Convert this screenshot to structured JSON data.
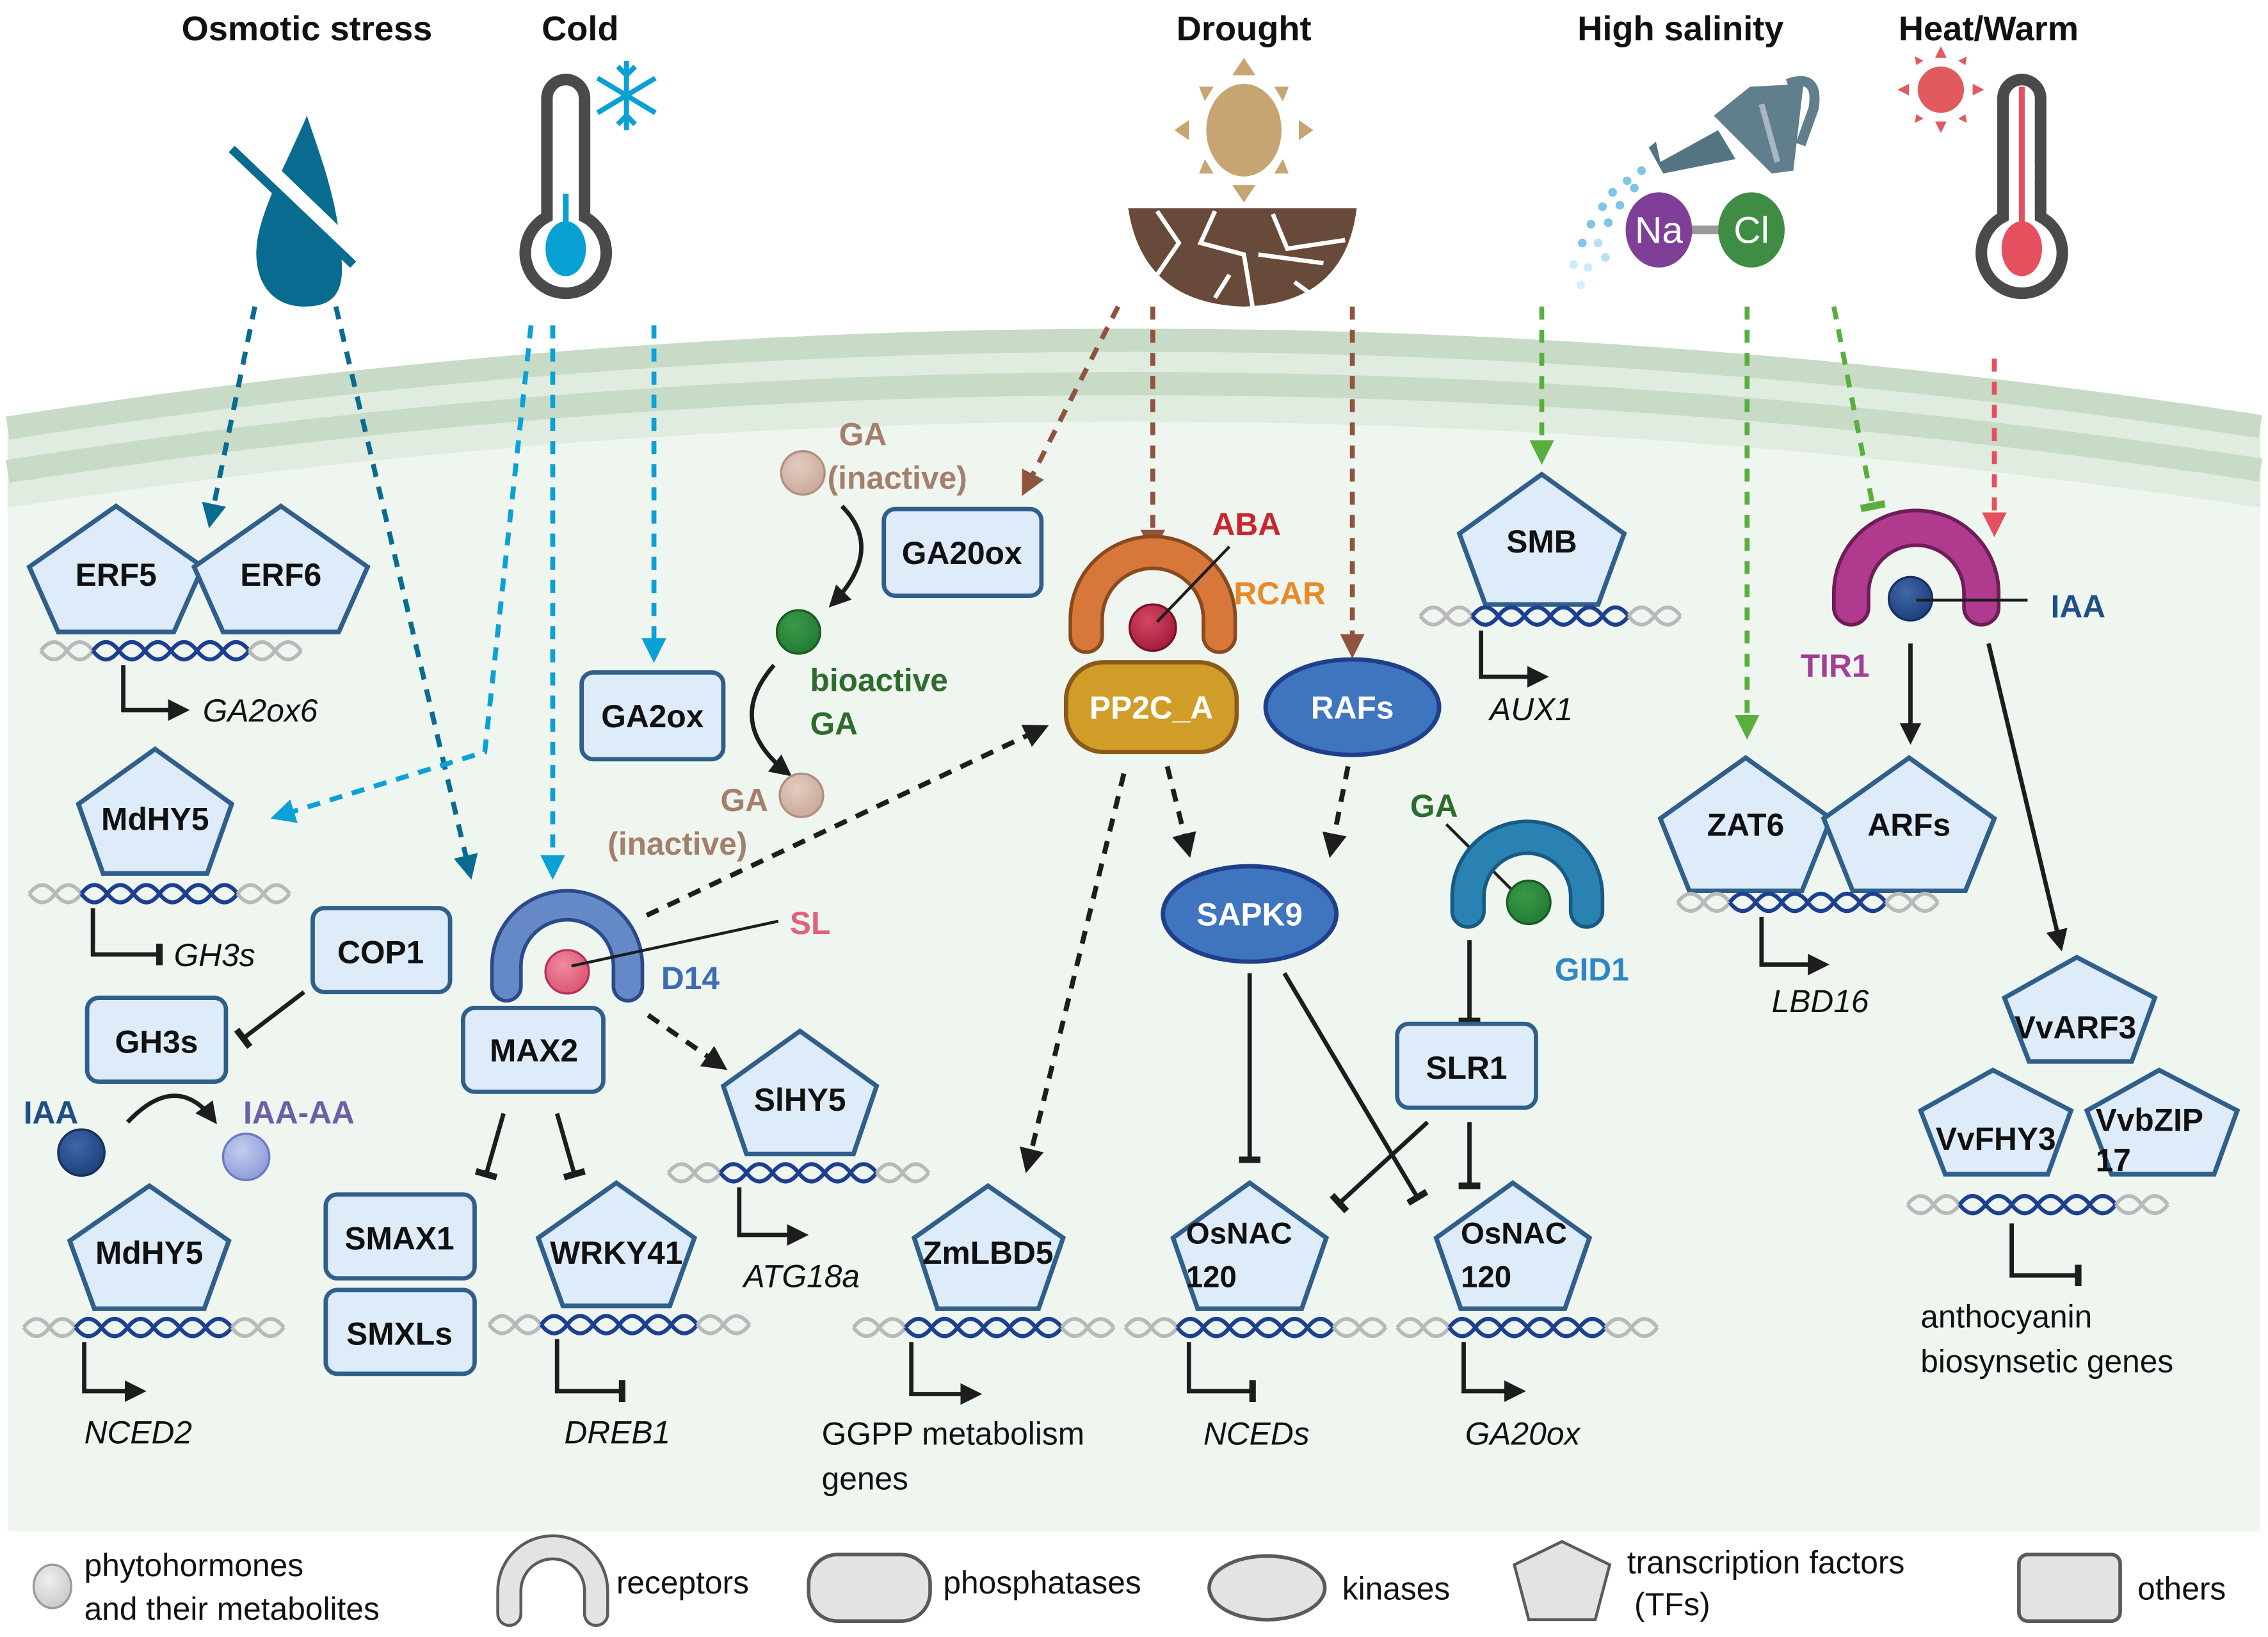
{
  "stresses": [
    {
      "label": "Osmotic stress",
      "icon": "water-drop-slash-icon",
      "color": "#0a6b91"
    },
    {
      "label": "Cold",
      "icon": "thermometer-cold-snowflake-icon",
      "color": "#0aa1d6"
    },
    {
      "label": "Drought",
      "icon": "sun-cracked-soil-icon",
      "color": "#8f5440"
    },
    {
      "label": "High salinity",
      "icon": "watering-can-nacl-icon",
      "color": "#5aae3d"
    },
    {
      "label": "Heat/Warm",
      "icon": "thermometer-hot-sun-icon",
      "color": "#e5505e"
    }
  ],
  "salt": {
    "na": "Na",
    "cl": "Cl"
  },
  "osmotic_module": {
    "tfs": [
      "ERF5",
      "ERF6"
    ],
    "target_gene": "GA2ox6",
    "mdhy5_top": "MdHY5",
    "mdhy5_target": "GH3s",
    "cop1": "COP1",
    "gh3s": "GH3s",
    "iaa": "IAA",
    "iaa_aa": "IAA-AA",
    "mdhy5_bottom": "MdHY5",
    "mdhy5_bottom_target": "NCED2"
  },
  "cold_module": {
    "ga2ox": "GA2ox",
    "ga20ox": "GA20ox",
    "ga_inactive_top": [
      "GA",
      "(inactive)"
    ],
    "ga_bioactive": [
      "bioactive",
      "GA"
    ],
    "ga_inactive_bottom": [
      "GA",
      "(inactive)"
    ],
    "d14": "D14",
    "sl": "SL",
    "max2": "MAX2",
    "smax1": "SMAX1",
    "smxls": "SMXLs",
    "wrky41": "WRKY41",
    "wrky41_target": "DREB1",
    "slhy5": "SlHY5",
    "slhy5_target": "ATG18a"
  },
  "drought_module": {
    "aba": "ABA",
    "rcar": "RCAR",
    "pp2c": "PP2C_A",
    "rafs": "RAFs",
    "sapk9": "SAPK9",
    "zmlbd5": "ZmLBD5",
    "zmlbd5_target": [
      "GGPP metabolism",
      "genes"
    ],
    "osnac_left": [
      "OsNAC",
      "120"
    ],
    "osnac_left_target": "NCEDs",
    "osnac_right": [
      "OsNAC",
      "120"
    ],
    "osnac_right_target": "GA20ox",
    "ga": "GA",
    "gid1": "GID1",
    "slr1": "SLR1"
  },
  "salinity_module": {
    "smb": "SMB",
    "smb_target": "AUX1",
    "zat6": "ZAT6",
    "arfs": "ARFs",
    "lbd16": "LBD16",
    "tir1": "TIR1",
    "iaa": "IAA"
  },
  "heat_module": {
    "vvarf3": "VvARF3",
    "vvfhy3": "VvFHY3",
    "vvbzip17": [
      "VvbZIP",
      "17"
    ],
    "target": [
      "anthocyanin",
      "biosynsetic genes"
    ]
  },
  "legend": [
    {
      "shape": "phytohormone-circle",
      "label": [
        "phytohormones",
        "and their metabolites"
      ]
    },
    {
      "shape": "receptor-arc",
      "label": [
        "receptors"
      ]
    },
    {
      "shape": "phosphatase-rounded",
      "label": [
        "phosphatases"
      ]
    },
    {
      "shape": "kinase-ellipse",
      "label": [
        "kinases"
      ]
    },
    {
      "shape": "tf-pentagon",
      "label": [
        "transcription factors",
        "(TFs)"
      ]
    },
    {
      "shape": "others-rect",
      "label": [
        "others"
      ]
    }
  ],
  "colors": {
    "cell_bg": "#eff5ef",
    "membrane_dark": "#c7dbc7",
    "membrane_light": "#e0ece0",
    "tf_fill": "#deebf8",
    "tf_stroke": "#2f5f8a",
    "ga_inactive": "#a37f6c",
    "ga_bioactive": "#2f6b2f",
    "aba": "#c9252c",
    "rcar": "#e88a26",
    "pp2c": "#d19d29",
    "kinase": "#3f74bf",
    "tir1": "#a23e93",
    "iaa": "#1f4f8a",
    "sl": "#e2617a",
    "gid1": "#2f86c6",
    "iaa_aa": "#6b5fa8"
  }
}
